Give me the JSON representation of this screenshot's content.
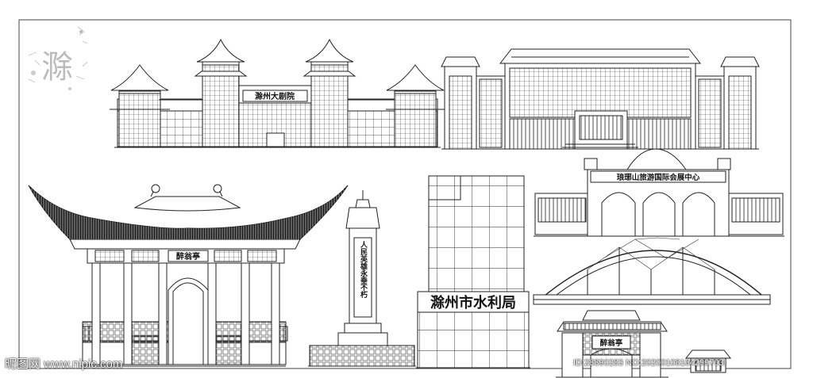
{
  "logo_char": "滁",
  "signs": {
    "city_hall": "滁州大剧院",
    "pavilion": "醉翁亭",
    "monument": "人民英雄永垂不朽",
    "water_bureau": "滁州市水利局",
    "expo_center": "琅琊山旅游国际会展中心",
    "gate": "醉翁亭"
  },
  "watermark": {
    "site": "昵图网 www.nipic.com",
    "id": "ID:28890283 NO:20200108164299703I"
  }
}
